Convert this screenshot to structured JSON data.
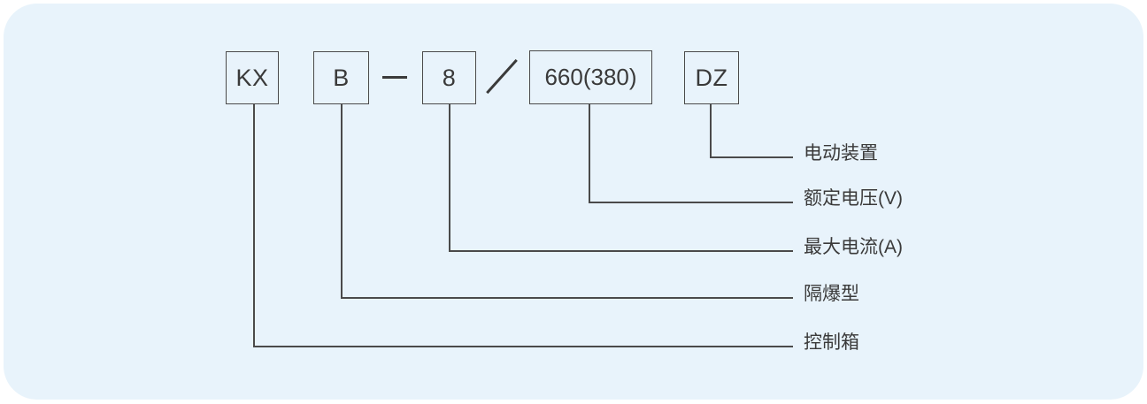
{
  "diagram": {
    "code_boxes": [
      {
        "text": "KX"
      },
      {
        "text": "B"
      },
      {
        "text": "8"
      },
      {
        "text": "660(380)"
      },
      {
        "text": "DZ"
      }
    ],
    "separators": [
      {
        "name": "dash",
        "glyph": "—"
      },
      {
        "name": "slash",
        "glyph": "/"
      }
    ],
    "annotations": [
      {
        "text": "电动装置"
      },
      {
        "text": "额定电压(V)"
      },
      {
        "text": "最大电流(A)"
      },
      {
        "text": "隔爆型"
      },
      {
        "text": "控制箱"
      }
    ],
    "colors": {
      "page_background": "#ffffff",
      "panel_background": "#e8f3fb",
      "line": "#4a4a4a",
      "text": "#3a3a3a"
    }
  }
}
